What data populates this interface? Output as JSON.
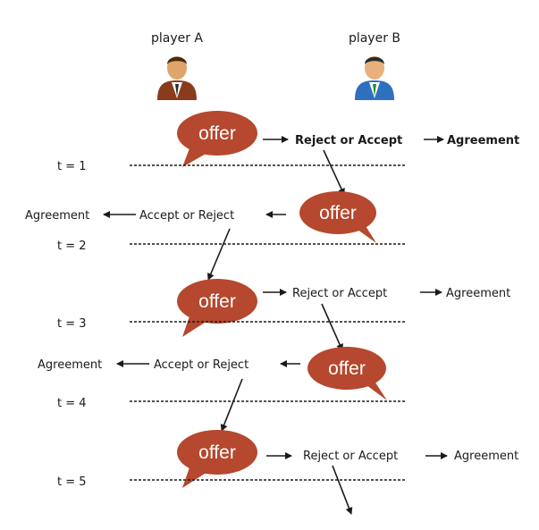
{
  "players": {
    "a": "player A",
    "b": "player B"
  },
  "offer_label": "offer",
  "rounds": [
    {
      "t": "t = 1",
      "response": "Reject or Accept",
      "agreement": "Agreement"
    },
    {
      "t": "t = 2",
      "response": "Accept or Reject",
      "agreement": "Agreement"
    },
    {
      "t": "t = 3",
      "response": "Reject or Accept",
      "agreement": "Agreement"
    },
    {
      "t": "t = 4",
      "response": "Accept or Reject",
      "agreement": "Agreement"
    },
    {
      "t": "t = 5",
      "response": "Reject or Accept",
      "agreement": "Agreement"
    }
  ],
  "colors": {
    "bubble": "#b5482e",
    "player_a_suit": "#8a3b1c",
    "player_b_suit": "#2f6fbf",
    "text": "#1a1a1a"
  },
  "icons": {
    "player_a": "person-brown-suit-icon",
    "player_b": "person-blue-suit-icon"
  }
}
